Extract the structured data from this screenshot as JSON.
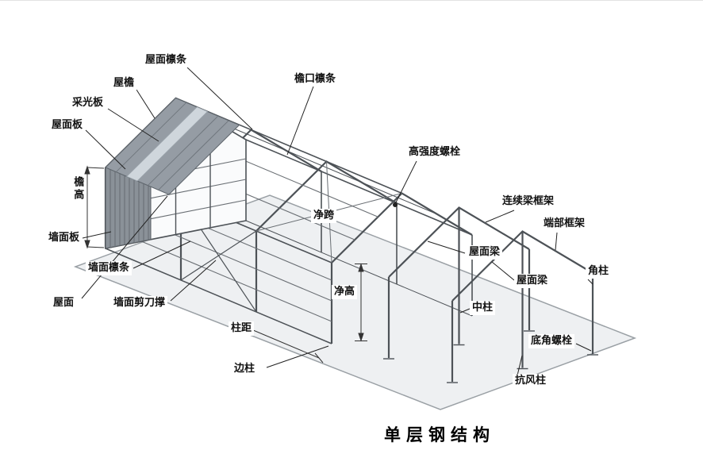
{
  "title": "单层钢结构",
  "labels": {
    "roof_purlin": "屋面檩条",
    "eave": "屋檐",
    "eave_purlin": "檐口檩条",
    "skylight_panel": "采光板",
    "roof_panel": "屋面板",
    "eave_height": "檐高",
    "high_strength_bolt": "高强度螺栓",
    "continuous_beam_frame": "连续梁框架",
    "clear_span": "净跨",
    "end_frame": "端部框架",
    "wall_panel": "墙面板",
    "roof_beam_1": "屋面梁",
    "corner_column": "角柱",
    "wall_purlin": "墙面檩条",
    "roof_beam_2": "屋面梁",
    "clear_height": "净高",
    "wall_cross_bracing": "墙面剪刀撑",
    "roof": "屋面",
    "middle_column": "中柱",
    "anchor_bolt": "底角螺栓",
    "column_spacing": "柱距",
    "side_column": "边柱",
    "wind_column": "抗风柱"
  },
  "colors": {
    "structure": "#4d5257",
    "roof_panel": "#959ca4",
    "skylight": "#cfd6dc",
    "wall_panel": "#8a9198",
    "slab_fill": "#eef0f2",
    "label_text": "#111111",
    "background": "#ffffff"
  }
}
